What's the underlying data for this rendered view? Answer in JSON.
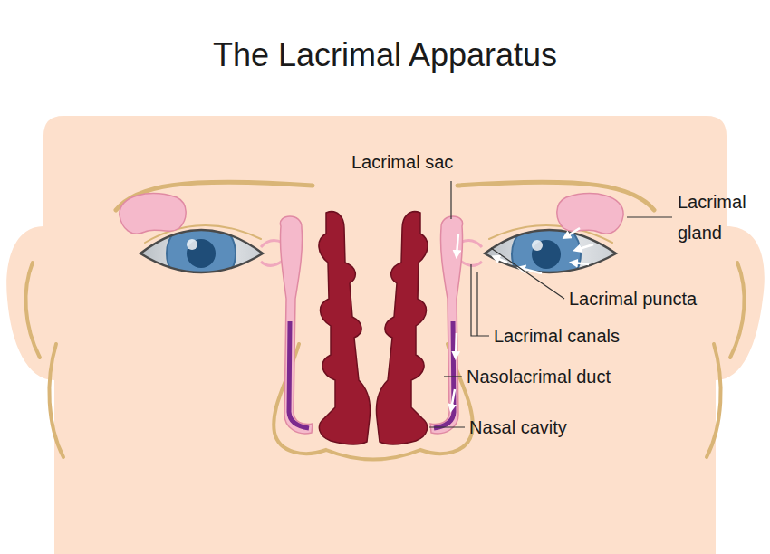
{
  "diagram": {
    "title": "The Lacrimal Apparatus",
    "labels": [
      "Lacrimal sac",
      "Lacrimal gland",
      "Lacrimal puncta",
      "Lacrimal canals",
      "Nasolacrimal duct",
      "Nasal cavity"
    ]
  }
}
